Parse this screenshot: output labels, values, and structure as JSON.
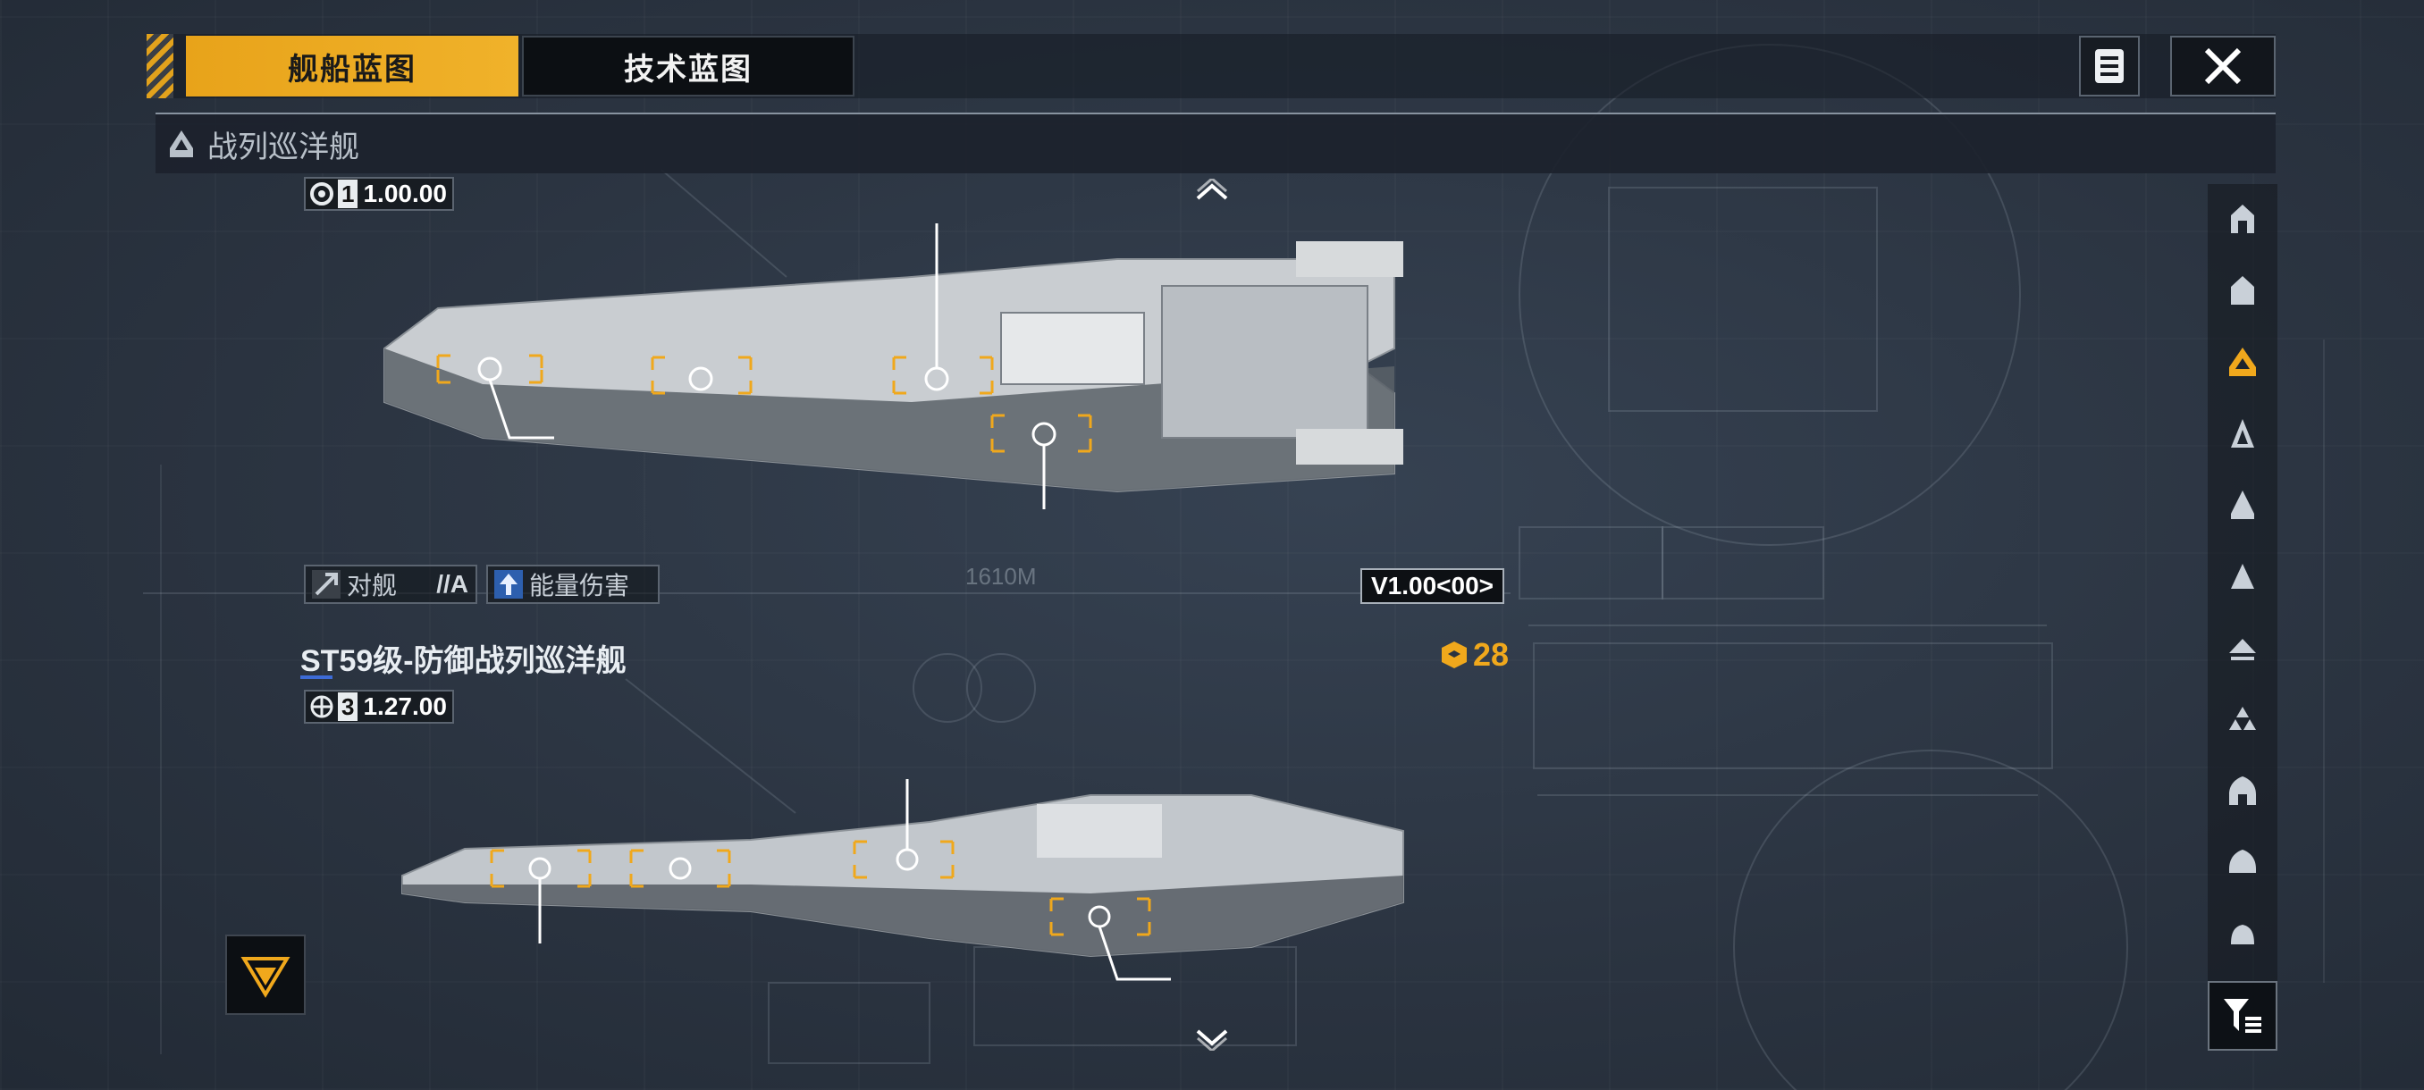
{
  "tabs": {
    "ship_blueprint": "舰船蓝图",
    "tech_blueprint": "技术蓝图"
  },
  "section": {
    "title": "战列巡洋舰"
  },
  "ship_top": {
    "scale_prefix": "1",
    "scale_value": "1.00.00",
    "attack_target": "对舰",
    "attack_grade": "//A",
    "damage_type": "能量伤害",
    "length": "1610M",
    "version": "V1.00<00>"
  },
  "ship_bottom": {
    "name": "ST59级-防御战列巡洋舰",
    "cost": "28",
    "scale_prefix": "3",
    "scale_value": "1.27.00"
  },
  "side_nav": {
    "items": [
      "ship-class-1-icon",
      "ship-class-2-icon",
      "ship-class-3-icon",
      "ship-class-4-icon",
      "ship-class-5-icon",
      "ship-class-6-icon",
      "ship-class-7-icon",
      "ship-class-8-icon",
      "ship-class-9-icon",
      "ship-class-10-icon",
      "ship-class-11-icon"
    ],
    "active_index": 2
  },
  "colors": {
    "accent": "#f0a81c",
    "background": "#2a3340",
    "highlight_blue": "#3d6bd6"
  }
}
